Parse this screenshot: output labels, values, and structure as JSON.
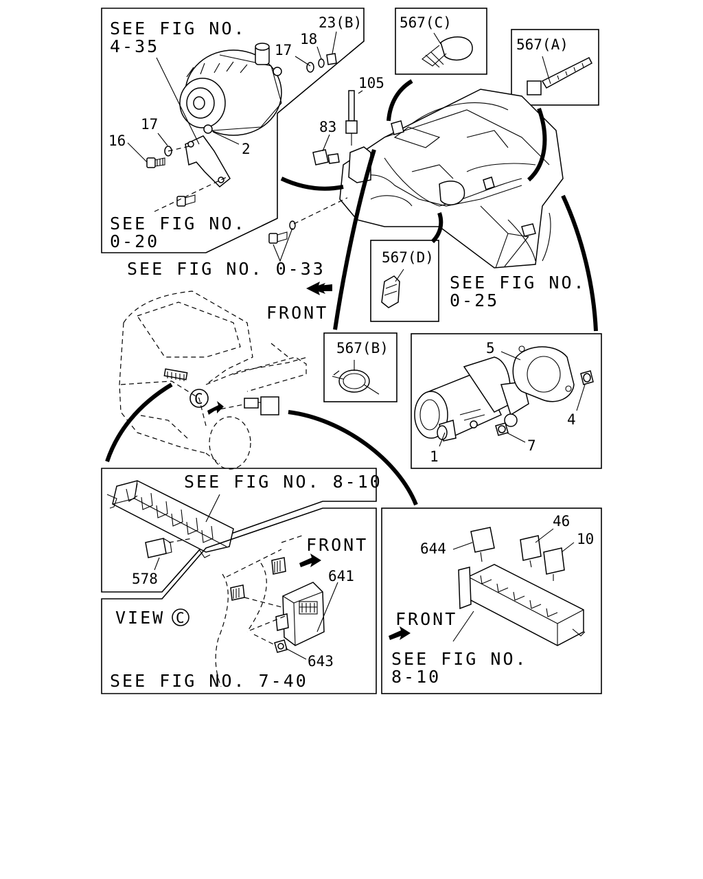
{
  "refs": {
    "alt_fig": "SEE FIG NO.",
    "alt_fig_no": "4-35",
    "bracket_fig": "SEE FIG NO.",
    "bracket_fig_no": "0-20",
    "engine_mount_fig": "SEE FIG NO. 0-33",
    "harness_fig": "SEE FIG NO.",
    "harness_fig_no": "0-25",
    "fuse_box_fig": "SEE FIG NO. 8-10",
    "view_c_fig": "SEE FIG NO. 7-40",
    "relay_box_fig": "SEE FIG NO.",
    "relay_box_fig_no": "8-10"
  },
  "labels": {
    "front_main": "FRONT",
    "front_view_c": "FRONT",
    "front_relay": "FRONT",
    "view_c": "VIEW",
    "view_c_symbol": "C",
    "callout_c": "C"
  },
  "parts": {
    "p23b": "23(B)",
    "p18": "18",
    "p17a": "17",
    "p17b": "17",
    "p16": "16",
    "p2": "2",
    "p105": "105",
    "p83": "83",
    "p567c": "567(C)",
    "p567a": "567(A)",
    "p567d": "567(D)",
    "p567b": "567(B)",
    "p5": "5",
    "p4": "4",
    "p1": "1",
    "p7": "7",
    "p578": "578",
    "p641": "641",
    "p643": "643",
    "p644": "644",
    "p46": "46",
    "p10": "10"
  }
}
